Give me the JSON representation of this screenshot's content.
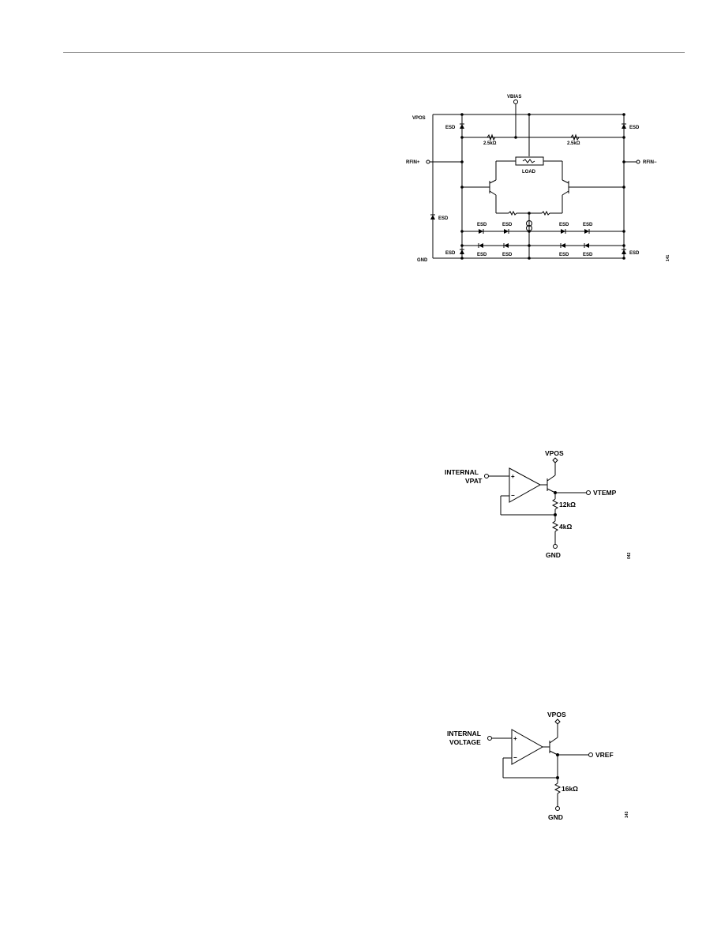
{
  "figure1": {
    "vbias": "VBIAS",
    "vpos": "VPOS",
    "gnd": "GND",
    "rfin_plus": "RFIN+",
    "rfin_minus": "RFIN−",
    "r_left": "2.5kΩ",
    "r_right": "2.5kΩ",
    "load": "LOAD",
    "esd": "ESD",
    "fig_id": "141"
  },
  "figure2": {
    "vpos": "VPOS",
    "input_line1": "INTERNAL",
    "input_line2": "VPAT",
    "output": "VTEMP",
    "r_top": "12kΩ",
    "r_bottom": "4kΩ",
    "gnd": "GND",
    "fig_id": "042",
    "plus": "+",
    "minus": "−"
  },
  "figure3": {
    "vpos": "VPOS",
    "input_line1": "INTERNAL",
    "input_line2": "VOLTAGE",
    "output": "VREF",
    "r": "16kΩ",
    "gnd": "GND",
    "fig_id": "143",
    "plus": "+",
    "minus": "−"
  }
}
